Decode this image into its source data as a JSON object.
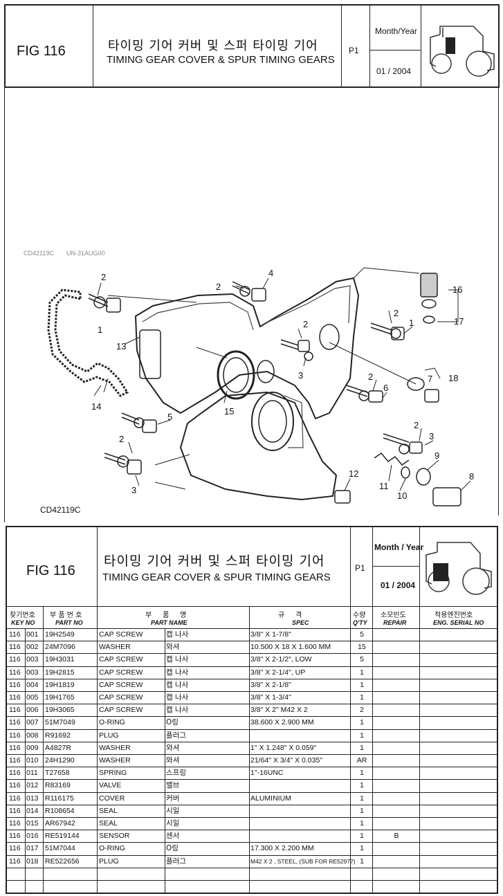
{
  "header": {
    "fig_label": "FIG 116",
    "title_ko": "타이밍 기어 커버 및 스퍼 타이밍 기어",
    "title_en": "TIMING GEAR COVER & SPUR TIMING GEARS",
    "page": "P1",
    "month_year_label": "Month/Year",
    "date": "01 / 2004"
  },
  "diagram": {
    "code_top": "CD42119C",
    "code_faint": "UN-31AUG00",
    "code_bottom": "CD42119C",
    "callouts": [
      "1",
      "2",
      "3",
      "4",
      "5",
      "6",
      "7",
      "8",
      "9",
      "10",
      "11",
      "12",
      "13",
      "14",
      "15",
      "16",
      "17",
      "18"
    ]
  },
  "table_header": {
    "fig_label": "FIG 116",
    "title_ko": "타이밍 기어 커버 및 스퍼 타이밍 기어",
    "title_en": "TIMING GEAR COVER & SPUR TIMING GEARS",
    "page": "P1",
    "month_year_label": "Month / Year",
    "date": "01 / 2004"
  },
  "columns": {
    "key_ko": "찾기번호",
    "key_en": "KEY NO",
    "part_ko": "부 품 번 호",
    "part_en": "PART NO",
    "name_ko": "부     품     명",
    "name_en": "PART NAME",
    "spec_ko": "규     격",
    "spec_en": "SPEC",
    "qty_ko": "수량",
    "qty_en": "Q'TY",
    "repair_ko": "소모빈도",
    "repair_en": "REPAIR",
    "serial_ko": "적용엔진번호",
    "serial_en": "ENG. SERIAL NO"
  },
  "rows": [
    {
      "fig": "116",
      "key": "001",
      "part": "19H2549",
      "name": "CAP SCREW",
      "name_ko": "캡 나사",
      "spec": "3/8\" X 1-7/8\"",
      "qty": "5",
      "repair": ""
    },
    {
      "fig": "116",
      "key": "002",
      "part": "24M7096",
      "name": "WASHER",
      "name_ko": "와셔",
      "spec": "10.500 X 18 X 1.600 MM",
      "qty": "15",
      "repair": ""
    },
    {
      "fig": "116",
      "key": "003",
      "part": "19H3031",
      "name": "CAP SCREW",
      "name_ko": "캡 나사",
      "spec": "3/8\" X 2-1/2\", LOW",
      "qty": "5",
      "repair": ""
    },
    {
      "fig": "116",
      "key": "003",
      "part": "19H2815",
      "name": "CAP SCREW",
      "name_ko": "캡 나사",
      "spec": "3/8\" X 2-1/4\", UP",
      "qty": "1",
      "repair": ""
    },
    {
      "fig": "116",
      "key": "004",
      "part": "19H1819",
      "name": "CAP SCREW",
      "name_ko": "캡 나사",
      "spec": "3/8\" X 2-1/8\"",
      "qty": "1",
      "repair": ""
    },
    {
      "fig": "116",
      "key": "005",
      "part": "19H1765",
      "name": "CAP SCREW",
      "name_ko": "캡 나사",
      "spec": "3/8\" X 1-3/4\"",
      "qty": "1",
      "repair": ""
    },
    {
      "fig": "116",
      "key": "006",
      "part": "19H3065",
      "name": "CAP SCREW",
      "name_ko": "캡 나사",
      "spec": "3/8\" X 2\" M42 X 2",
      "qty": "2",
      "repair": ""
    },
    {
      "fig": "116",
      "key": "007",
      "part": "51M7049",
      "name": "O-RING",
      "name_ko": "O링",
      "spec": "38.600 X 2.900 MM",
      "qty": "1",
      "repair": ""
    },
    {
      "fig": "116",
      "key": "008",
      "part": "R91692",
      "name": "PLUG",
      "name_ko": "플러그",
      "spec": "",
      "qty": "1",
      "repair": ""
    },
    {
      "fig": "116",
      "key": "009",
      "part": "A4827R",
      "name": "WASHER",
      "name_ko": "와셔",
      "spec": "1\" X 1.248\" X 0.059\"",
      "qty": "1",
      "repair": ""
    },
    {
      "fig": "116",
      "key": "010",
      "part": "24H1290",
      "name": "WASHER",
      "name_ko": "와셔",
      "spec": "21/64\" X 3/4\" X 0.035\"",
      "qty": "AR",
      "repair": ""
    },
    {
      "fig": "116",
      "key": "011",
      "part": "T27658",
      "name": "SPRING",
      "name_ko": "스프링",
      "spec": "1\"-16UNC",
      "qty": "1",
      "repair": ""
    },
    {
      "fig": "116",
      "key": "012",
      "part": "R83169",
      "name": "VALVE",
      "name_ko": "밸브",
      "spec": "",
      "qty": "1",
      "repair": ""
    },
    {
      "fig": "116",
      "key": "013",
      "part": "R116175",
      "name": "COVER",
      "name_ko": "커버",
      "spec": "ALUMINIUM",
      "qty": "1",
      "repair": ""
    },
    {
      "fig": "116",
      "key": "014",
      "part": "R108654",
      "name": "SEAL",
      "name_ko": "시일",
      "spec": "",
      "qty": "1",
      "repair": ""
    },
    {
      "fig": "116",
      "key": "015",
      "part": "AR67942",
      "name": "SEAL",
      "name_ko": "시일",
      "spec": "",
      "qty": "1",
      "repair": ""
    },
    {
      "fig": "116",
      "key": "016",
      "part": "RE519144",
      "name": "SENSOR",
      "name_ko": "센서",
      "spec": "",
      "qty": "1",
      "repair": "B"
    },
    {
      "fig": "116",
      "key": "017",
      "part": "51M7044",
      "name": "O-RING",
      "name_ko": "O링",
      "spec": "17.300 X 2.200 MM",
      "qty": "1",
      "repair": ""
    },
    {
      "fig": "116",
      "key": "018",
      "part": "RE522656",
      "name": "PLUG",
      "name_ko": "플러그",
      "spec": "M42 X 2 , STEEL, (SUB FOR RE52977)",
      "qty": "1",
      "repair": ""
    }
  ]
}
